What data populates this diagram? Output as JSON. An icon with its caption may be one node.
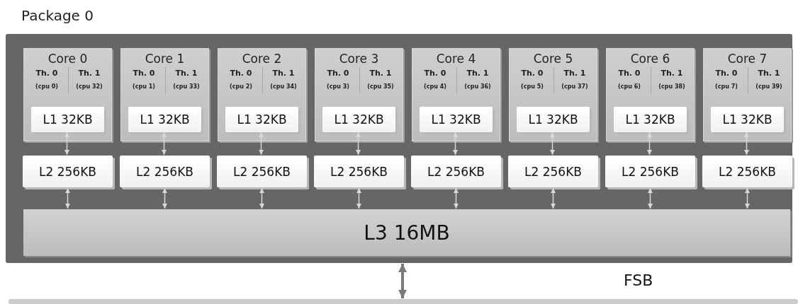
{
  "diagram": {
    "nodes": [
      {
        "text": [
          "Package 0"
        ]
      },
      {
        "text": [
          "Core 0",
          "Th. 0",
          "(cpu 0)",
          "Th. 1",
          "(cpu 32)"
        ],
        "in": 0
      },
      {
        "text": [
          "L1 32KB"
        ],
        "in": 1
      },
      {
        "text": [
          "L2 256KB"
        ],
        "in": 0
      },
      {
        "text": [
          "Core 1",
          "Th. 0",
          "(cpu 1)",
          "Th. 1",
          "(cpu 33)"
        ],
        "in": 0
      },
      {
        "text": [
          "L1 32KB"
        ],
        "in": 4
      },
      {
        "text": [
          "L2 256KB"
        ],
        "in": 0
      },
      {
        "text": [
          "Core 2",
          "Th. 0",
          "(cpu 2)",
          "Th. 1",
          "(cpu 34)"
        ],
        "in": 0
      },
      {
        "text": [
          "L1 32KB"
        ],
        "in": 7
      },
      {
        "text": [
          "L2 256KB"
        ],
        "in": 0
      },
      {
        "text": [
          "Core 3",
          "Th. 0",
          "(cpu 3)",
          "Th. 1",
          "(cpu 35)"
        ],
        "in": 0
      },
      {
        "text": [
          "L1 32KB"
        ],
        "in": 10
      },
      {
        "text": [
          "L2 256KB"
        ],
        "in": 0
      },
      {
        "text": [
          "Core 4",
          "Th. 0",
          "(cpu 4)",
          "Th. 1",
          "(cpu 36)"
        ],
        "in": 0
      },
      {
        "text": [
          "L1 32KB"
        ],
        "in": 13
      },
      {
        "text": [
          "L2 256KB"
        ],
        "in": 0
      },
      {
        "text": [
          "Core 5",
          "Th. 0",
          "(cpu 5)",
          "Th. 1",
          "(cpu 37)"
        ],
        "in": 0
      },
      {
        "text": [
          "L1 32KB"
        ],
        "in": 16
      },
      {
        "text": [
          "L2 256KB"
        ],
        "in": 0
      },
      {
        "text": [
          "Core 6",
          "Th. 0",
          "(cpu 6)",
          "Th. 1",
          "(cpu 38)"
        ],
        "in": 0
      },
      {
        "text": [
          "L1 32KB"
        ],
        "in": 19
      },
      {
        "text": [
          "L2 256KB"
        ],
        "in": 0
      },
      {
        "text": [
          "Core 7",
          "Th. 0",
          "(cpu 7)",
          "Th. 1",
          "(cpu 39)"
        ],
        "in": 0
      },
      {
        "text": [
          "L1 32KB"
        ],
        "in": 22
      },
      {
        "text": [
          "L2 256KB"
        ],
        "in": 0
      },
      {
        "text": [
          "L3 16MB"
        ],
        "in": 0
      },
      {
        "text": [
          "FSB"
        ]
      }
    ],
    "edges": [
      {
        "from": 2,
        "to": 3,
        "arrow": "both"
      },
      {
        "from": 5,
        "to": 6,
        "arrow": "both"
      },
      {
        "from": 8,
        "to": 9,
        "arrow": "both"
      },
      {
        "from": 11,
        "to": 12,
        "arrow": "both"
      },
      {
        "from": 14,
        "to": 15,
        "arrow": "both"
      },
      {
        "from": 17,
        "to": 18,
        "arrow": "both"
      },
      {
        "from": 20,
        "to": 21,
        "arrow": "both"
      },
      {
        "from": 23,
        "to": 24,
        "arrow": "both"
      },
      {
        "from": 3,
        "to": 25,
        "arrow": "both"
      },
      {
        "from": 6,
        "to": 25,
        "arrow": "both"
      },
      {
        "from": 9,
        "to": 25,
        "arrow": "both"
      },
      {
        "from": 12,
        "to": 25,
        "arrow": "both"
      },
      {
        "from": 15,
        "to": 25,
        "arrow": "both"
      },
      {
        "from": 18,
        "to": 25,
        "arrow": "both"
      },
      {
        "from": 21,
        "to": 25,
        "arrow": "both"
      },
      {
        "from": 24,
        "to": 25,
        "arrow": "both"
      },
      {
        "from": 0,
        "to": 26,
        "arrow": "both",
        "style": "thick",
        "color": "#7a7a7a"
      }
    ]
  }
}
